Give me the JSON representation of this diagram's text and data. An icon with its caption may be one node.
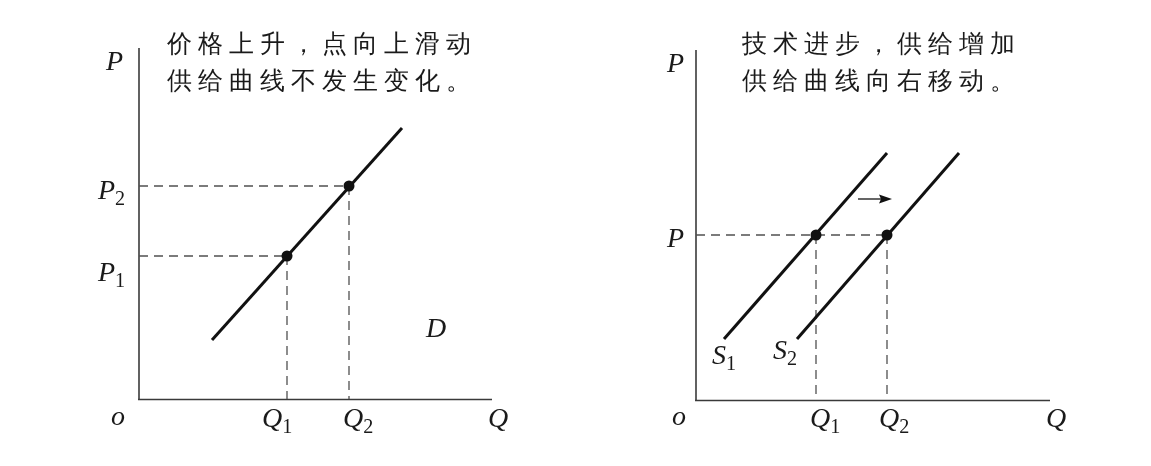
{
  "diagram": {
    "labels": [
      "价格上升，点向上滑动供给曲线不发生变化。",
      "P",
      "P$_{2}$",
      "P$_{1}$",
      "D",
      "o",
      "Q$_{1}$",
      "Q$_{2}$",
      "Q",
      "技术进步，供给增加供给曲线向右移动。",
      "P",
      "P",
      "S$_{1}$",
      "S$_{2}$",
      "o",
      "Q$_{1}$",
      "Q$_{2}$",
      "Q"
    ]
  }
}
